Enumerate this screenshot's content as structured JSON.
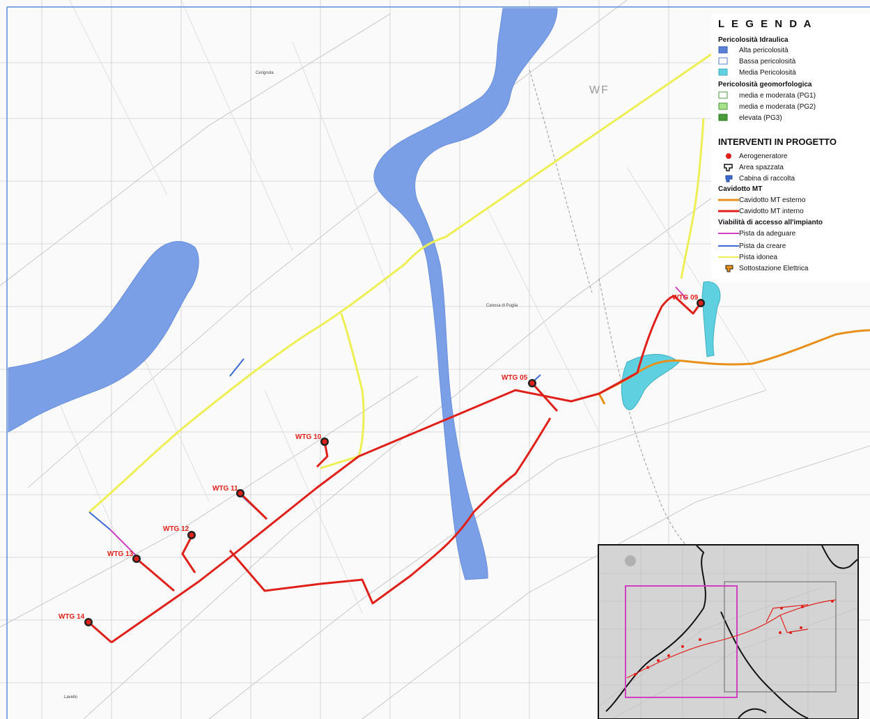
{
  "map": {
    "corner_label": "WF",
    "places": {
      "cerignola": "Cerignola",
      "canosa": "Canosa di Puglia",
      "lavello": "Lavello"
    },
    "turbines": [
      {
        "id": "wtg09",
        "label": "WTG 09"
      },
      {
        "id": "wtg05",
        "label": "WTG 05"
      },
      {
        "id": "wtg10",
        "label": "WTG 10"
      },
      {
        "id": "wtg11",
        "label": "WTG 11"
      },
      {
        "id": "wtg12",
        "label": "WTG 12"
      },
      {
        "id": "wtg13",
        "label": "WTG 13"
      },
      {
        "id": "wtg14",
        "label": "WTG 14"
      }
    ]
  },
  "legend": {
    "title": "L E G E N D A",
    "sec_hydraulic": "Pericolosità Idraulica",
    "alta": "Alta pericolosità",
    "bassa": "Bassa pericolosità",
    "media_idr": "Media Pericolosità",
    "sec_geo": "Pericolosità geomorfologica",
    "pg1": "media e moderata (PG1)",
    "pg2": "media e moderata (PG2)",
    "pg3": "elevata (PG3)",
    "sec_interventi": "INTERVENTI IN PROGETTO",
    "aerogeneratore": "Aerogeneratore",
    "area_spazzata": "Area spazzata",
    "cabina": "Cabina di raccolta",
    "sec_cavidotto": "Cavidotto MT",
    "cav_esterno": "Cavidotto MT esterno",
    "cav_interno": "Cavidotto MT interno",
    "sec_viabilita": "Viabilità di accesso all'impianto",
    "pista_adeguare": "Pista da adeguare",
    "pista_creare": "Pista da creare",
    "pista_idonea": "Pista idonea",
    "sottostazione": "Sottostazione Elettrica"
  },
  "colors": {
    "water": "#7a9fe6",
    "hydraulic_light": "#5fd0e0",
    "cable_internal": "#e0201a",
    "cable_external": "#e8901a",
    "track_suitable": "#eeee55",
    "track_new": "#3a6ad0",
    "track_adapt": "#d040c0",
    "inset_frame": "#d040c0"
  },
  "icons": {
    "aerogeneratore": "red-dot-icon",
    "area_spazzata": "swept-area-icon",
    "cabina": "collection-cabin-icon",
    "sottostazione": "substation-icon"
  }
}
